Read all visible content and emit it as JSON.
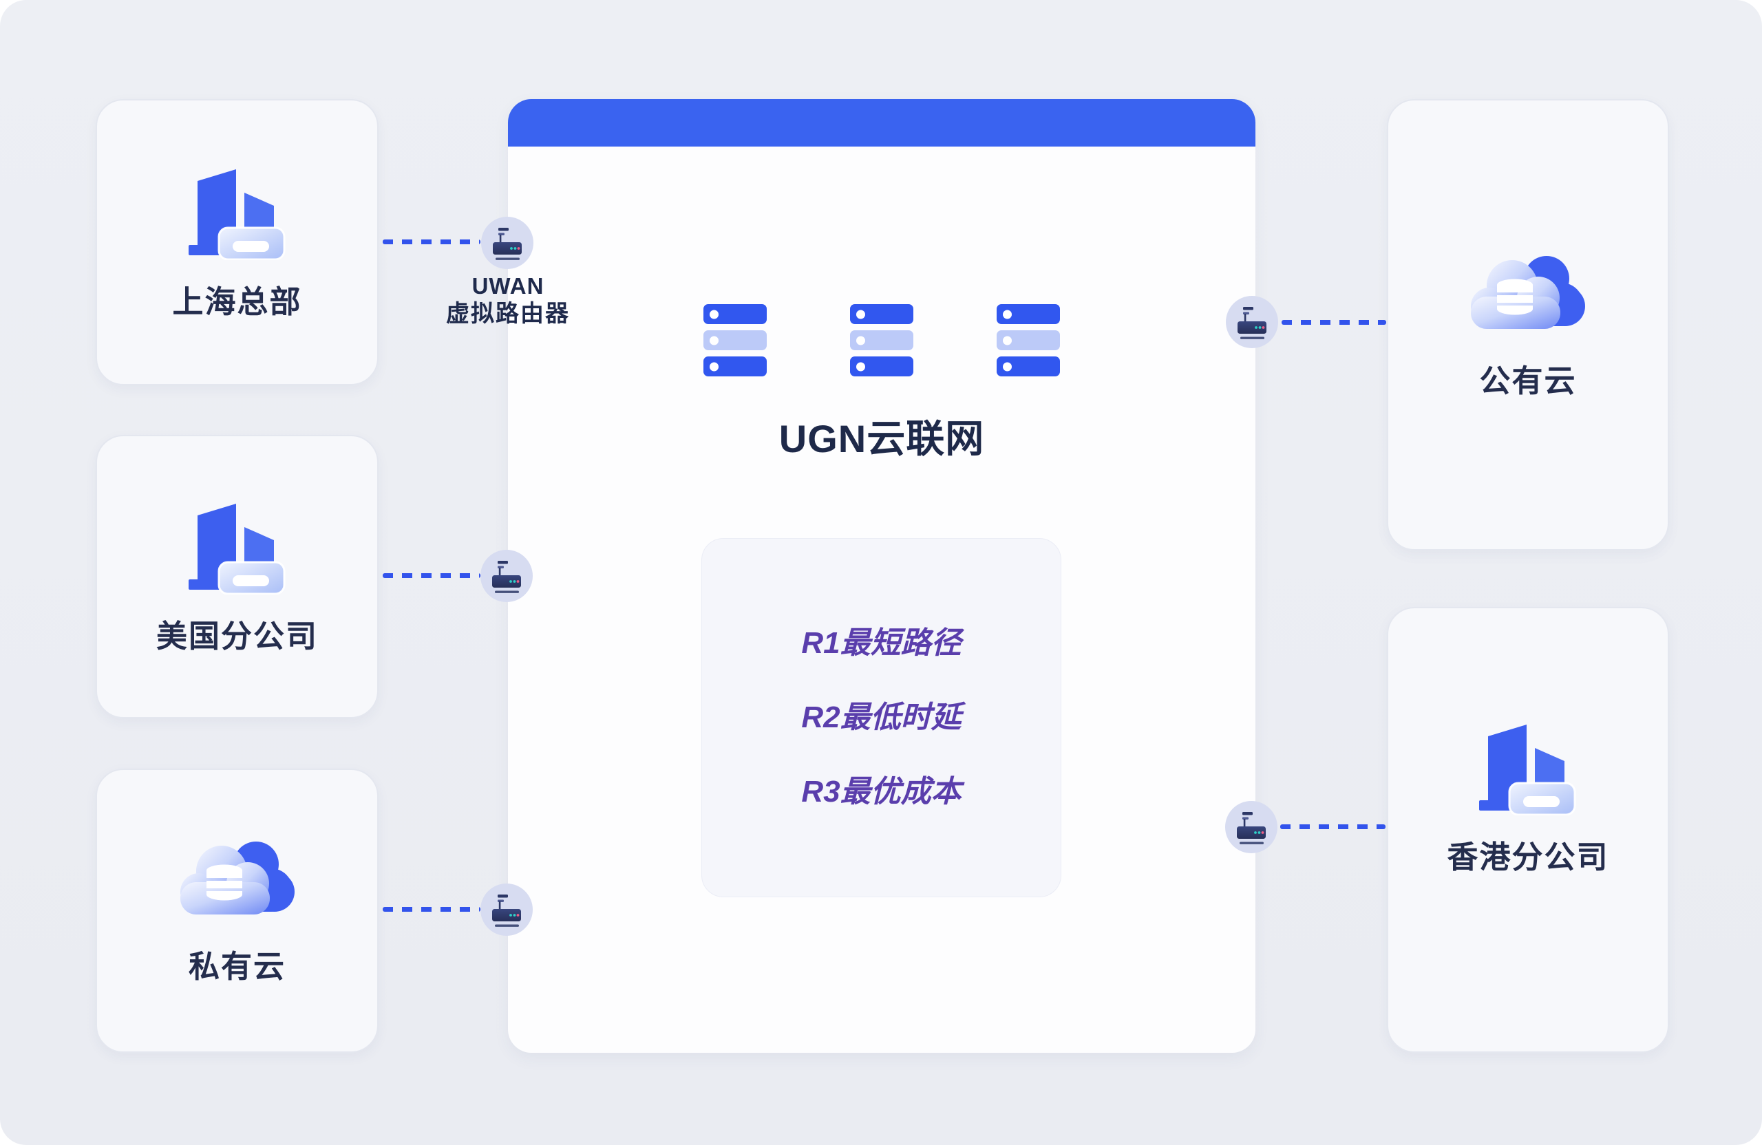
{
  "diagram": {
    "title": "UGN云联网",
    "routes": [
      "R1最短路径",
      "R2最低时延",
      "R3最优成本"
    ],
    "router_label": {
      "line1": "UWAN",
      "line2": "虚拟路由器"
    },
    "nodes": {
      "shanghai": {
        "label": "上海总部",
        "icon": "office-building-icon"
      },
      "us_branch": {
        "label": "美国分公司",
        "icon": "office-building-icon"
      },
      "private_cloud": {
        "label": "私有云",
        "icon": "cloud-database-icon"
      },
      "public_cloud": {
        "label": "公有云",
        "icon": "cloud-database-icon"
      },
      "hongkong_branch": {
        "label": "香港分公司",
        "icon": "office-building-icon"
      }
    },
    "colors": {
      "panel_background": "#EDEFF4",
      "accent_blue": "#3A63F0",
      "dash_blue": "#3253EC",
      "server_blue": "#3157EF",
      "server_light_blue": "#BCCAF8",
      "router_circle": "#D7DCF1",
      "router_body_navy": "#2C3766",
      "led_teal": "#2FD0C8",
      "led_pink": "#EE5E86",
      "title_navy": "#1E2949",
      "label_navy": "#242D4D",
      "route_purple": "#5A3EAC"
    }
  }
}
